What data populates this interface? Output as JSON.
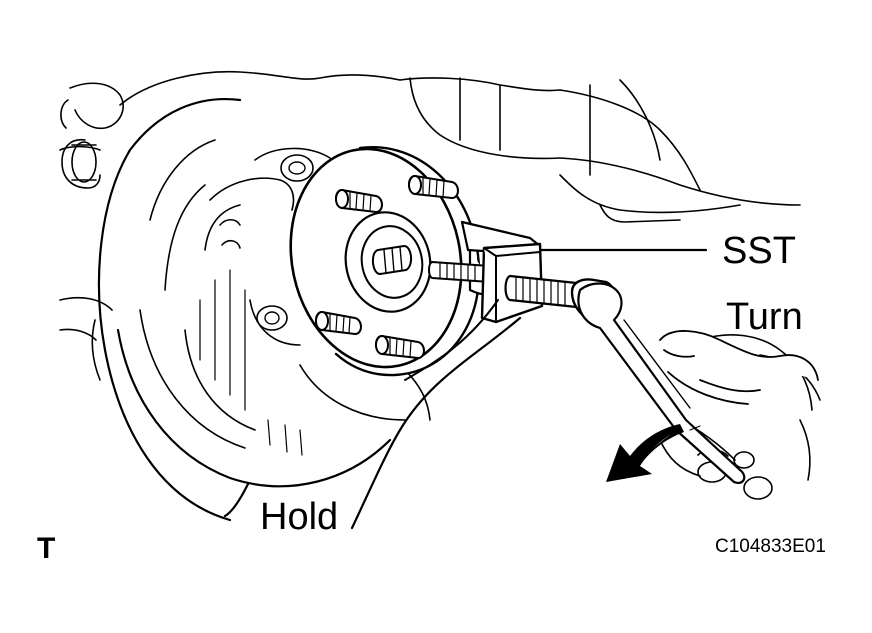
{
  "labels": {
    "sst": "SST",
    "turn": "Turn",
    "hold": "Hold",
    "corner_mark": "T",
    "figure_code": "C104833E01"
  },
  "colors": {
    "line": "#000000",
    "background": "#ffffff",
    "fill": "#ffffff"
  }
}
